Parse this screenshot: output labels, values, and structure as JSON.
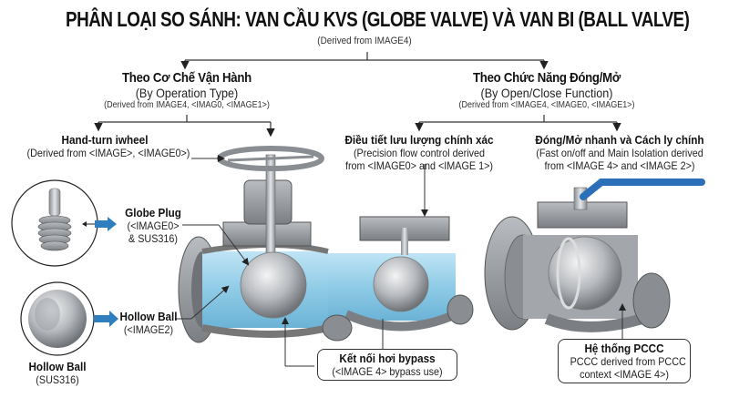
{
  "title": "PHÂN LOẠI SO SÁNH: VAN CẦU KVS (GLOBE VALVE) VÀ VAN BI (BALL VALVE)",
  "subtitle": "(Derived from IMAGE4)",
  "branches": {
    "operation": {
      "title": "Theo Cơ Chế Vận Hành",
      "subtitle": "(By Operation Type)",
      "source": "(Derived from IMAGE4, <IMAG0, <IMAGE1>)",
      "children": {
        "handwheel": {
          "title": "Hand-turn iwheel",
          "source": "(Derived from <IMAGE>, <IMAGE0>)"
        }
      }
    },
    "function": {
      "title": "Theo Chức Năng Đóng/Mở",
      "subtitle": "(By Open/Close Function)",
      "source": "(Derived from <IMAGE4, <IMAGE0, <IMAGE1>)",
      "children": {
        "precision": {
          "title": "Điều tiết lưu lượng chính xác",
          "line1": "(Precision flow control derived",
          "line2": "from <IMAGE0> and <IMAGE 1>)"
        },
        "isolation": {
          "title": "Đóng/Mở nhanh và Cách ly chính",
          "line1": "(Fast on/off and Main Isolation derived",
          "line2": "from <IMAGE 4> and <IMAGE 2>)"
        }
      }
    }
  },
  "callouts": {
    "globe_plug": {
      "title": "Globe Plug",
      "line1": "(<IMAGE0>",
      "line2": "& SUS316)"
    },
    "hollow_ball": {
      "title": "Hollow Ball",
      "line1": "(<IMAGE2)"
    },
    "hollow_ball_inset": {
      "title": "Hollow Ball",
      "line1": "(SUS316)"
    },
    "bypass": {
      "title": "Kết nối hơi bypass",
      "line1": "(<IMAGE 4> bypass use)"
    },
    "pccc": {
      "title": "Hệ thống PCCC",
      "line1": "PCCC derived from PCCC",
      "line2": "context <IMAGE 4>)"
    }
  },
  "colors": {
    "arrow_blue": "#2f7fbf",
    "handle_blue": "#2a6fb8",
    "pipe_blue": "#9fd3ec",
    "metal": "#9a9ea3",
    "metal_dark": "#6e7277",
    "line": "#333333"
  }
}
